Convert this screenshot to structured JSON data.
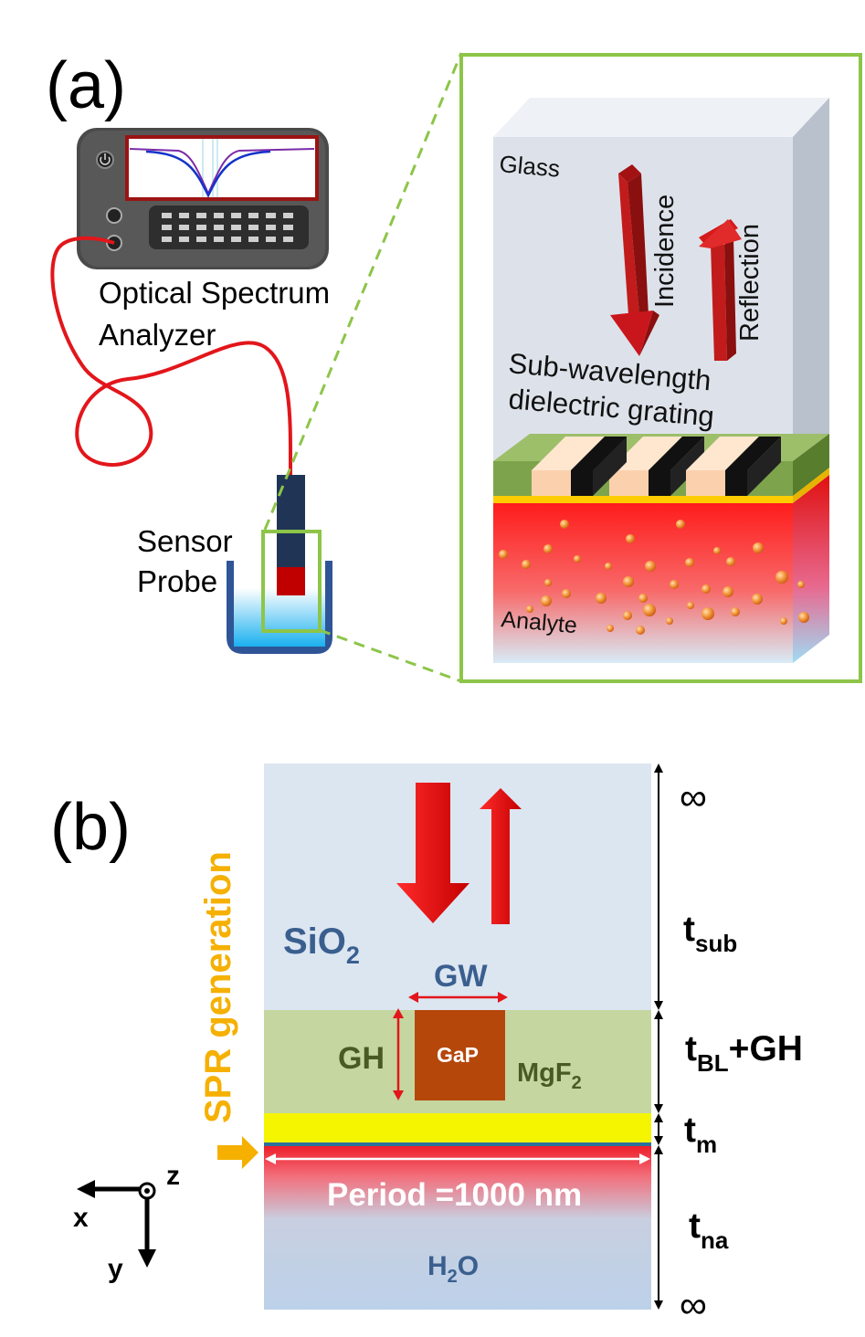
{
  "panel_a": {
    "label": "(a)",
    "analyzer_label_line1": "Optical Spectrum",
    "analyzer_label_line2": "Analyzer",
    "sensor_label_line1": "Sensor",
    "sensor_label_line2": "Probe",
    "inset": {
      "glass": "Glass",
      "incidence": "Incidence",
      "reflection": "Reflection",
      "grating_line1": "Sub-wavelength",
      "grating_line2": "dielectric grating",
      "analyte": "Analyte"
    }
  },
  "panel_b": {
    "label": "(b)",
    "spr": "SPR generation",
    "sio2_main": "SiO",
    "sio2_sub": "2",
    "gw": "GW",
    "gh": "GH",
    "gap": "GaP",
    "mgf2_main": "MgF",
    "mgf2_sub": "2",
    "period": "Period =1000 nm",
    "h2o_a": "H",
    "h2o_sub": "2",
    "h2o_b": "O",
    "inf_top": "∞",
    "inf_bottom": "∞",
    "t_sub_main": "t",
    "t_sub_sub": "sub",
    "t_bl_main": "t",
    "t_bl_sub": "BL",
    "t_bl_suffix": "+GH",
    "t_m_main": "t",
    "t_m_sub": "m",
    "t_na_main": "t",
    "t_na_sub": "na",
    "axis_x": "x",
    "axis_y": "y",
    "axis_z": "z"
  },
  "colors": {
    "frame_green": "#8dc549",
    "fiber_red": "#e2161b",
    "spr_yellow": "#f5b000",
    "sio2_blue": "#3a5f8f",
    "layer_green": "#c5d6a0",
    "gap_brown": "#b5470b",
    "gold_yellow": "#f5f500"
  }
}
